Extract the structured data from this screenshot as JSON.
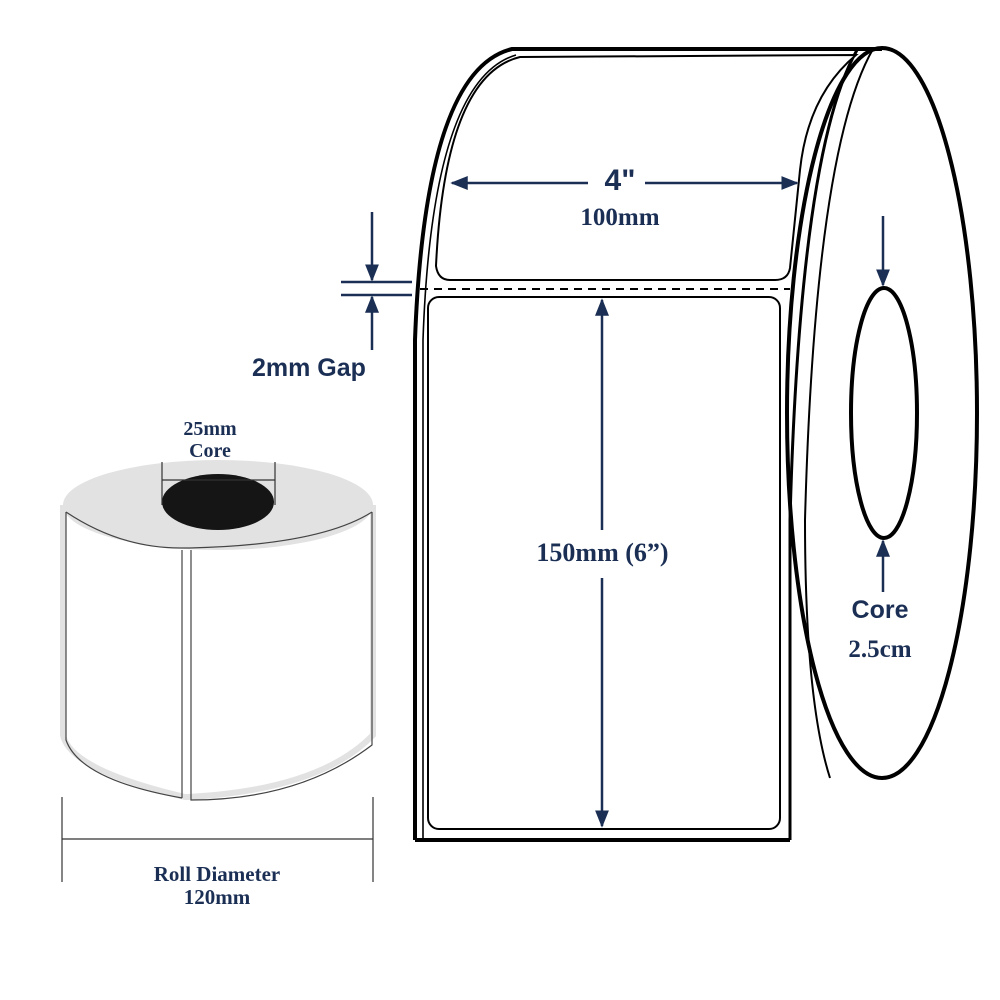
{
  "colors": {
    "annotation": "#1b2f55",
    "outline": "#000000",
    "roll_top": "#e2e2e2",
    "core_hole": "#151515"
  },
  "small_roll": {
    "core_label_line1": "25mm",
    "core_label_line2": "Core",
    "diameter_label_line1": "Roll Diameter",
    "diameter_label_line2": "120mm"
  },
  "large_roll": {
    "width_inch": "4\"",
    "width_mm": "100mm",
    "gap_label": "2mm  Gap",
    "height_label": "150mm (6”)",
    "core_label_line1": "Core",
    "core_label_line2": "2.5cm"
  }
}
